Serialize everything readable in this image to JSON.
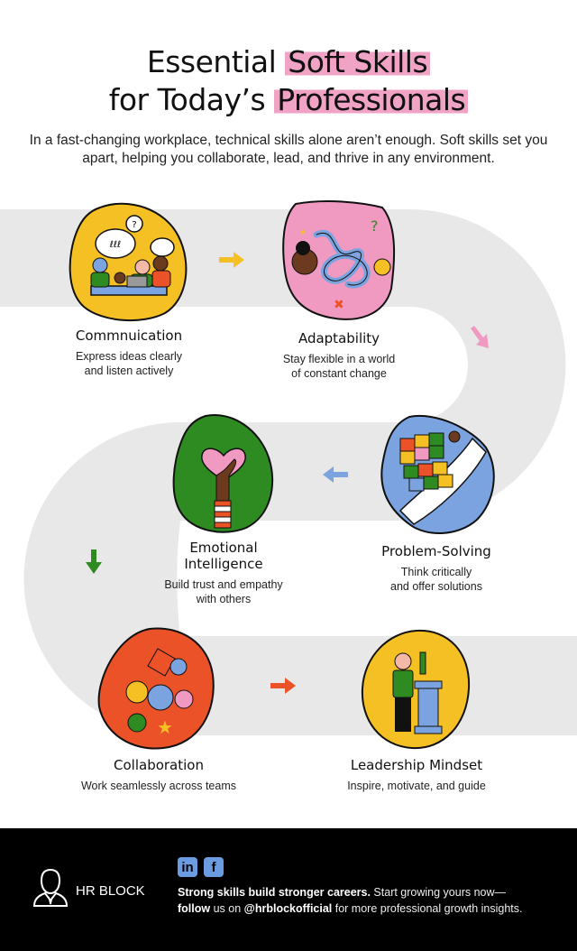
{
  "header": {
    "title_line1_plain": "Essential ",
    "title_line1_highlight": "Soft Skills",
    "title_line2_plain": "for Today’s ",
    "title_line2_highlight": "Professionals",
    "subtitle": "In a fast-changing workplace, technical skills alone aren’t enough. Soft skills set you apart, helping you collaborate, lead, and thrive in any environment."
  },
  "colors": {
    "highlight": "#f1a3c6",
    "road": "#e8e8e8",
    "yellow": "#f5c024",
    "pink": "#f09ac2",
    "green": "#2e8b22",
    "blue": "#7aa3e0",
    "orange_red": "#ec5228",
    "footer_bg": "#000000",
    "social": "#6b9be0"
  },
  "skills": [
    {
      "title": "Commnuication",
      "description": "Express ideas clearly\nand listen actively",
      "illustration": "group-conversation-illustration"
    },
    {
      "title": "Adaptability",
      "description": "Stay flexible in a world\nof constant change",
      "illustration": "tangled-path-illustration"
    },
    {
      "title": "Problem-Solving",
      "description": "Think critically\nand offer solutions",
      "illustration": "rubiks-cube-illustration"
    },
    {
      "title": "Emotional\nIntelligence",
      "description": "Build trust and empathy\nwith others",
      "illustration": "hand-holding-heart-illustration"
    },
    {
      "title": "Collaboration",
      "description": "Work seamlessly across teams",
      "illustration": "team-circle-illustration"
    },
    {
      "title": "Leadership Mindset",
      "description": "Inspire, motivate, and guide",
      "illustration": "speaker-podium-illustration"
    }
  ],
  "arrows": [
    {
      "direction": "right",
      "color": "#f5c024"
    },
    {
      "direction": "down-right",
      "color": "#f09ac2"
    },
    {
      "direction": "left",
      "color": "#7aa3e0"
    },
    {
      "direction": "down",
      "color": "#2e8b22"
    },
    {
      "direction": "right",
      "color": "#ec5228"
    }
  ],
  "footer": {
    "brand": "HR BLOCK",
    "social": [
      {
        "name": "linkedin",
        "glyph": "in"
      },
      {
        "name": "facebook",
        "glyph": "f"
      }
    ],
    "text_bold1": "Strong skills build stronger careers.",
    "text_plain1": " Start growing yours now—",
    "text_bold2": "follow",
    "text_plain2": " us on ",
    "text_bold3": "@hrblockofficial",
    "text_plain3": " for more professional growth insights."
  }
}
